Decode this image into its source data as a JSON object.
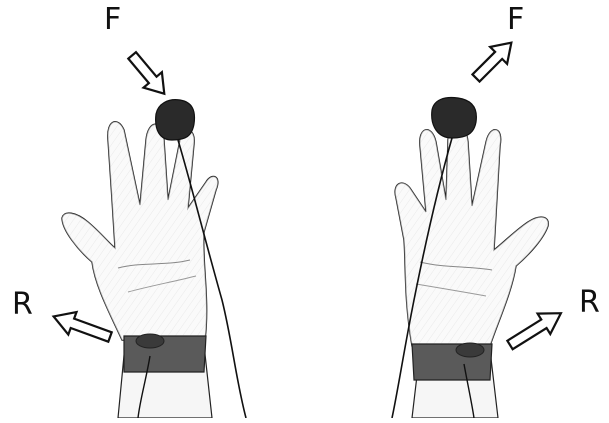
{
  "labels": {
    "left_finger": "F",
    "right_finger": "F",
    "left_wrist": "R",
    "right_wrist": "R"
  },
  "colors": {
    "ink": "#111111",
    "skin": "#f4f4f4",
    "sensor": "#2a2a2a",
    "strap": "#5a5a5a"
  }
}
